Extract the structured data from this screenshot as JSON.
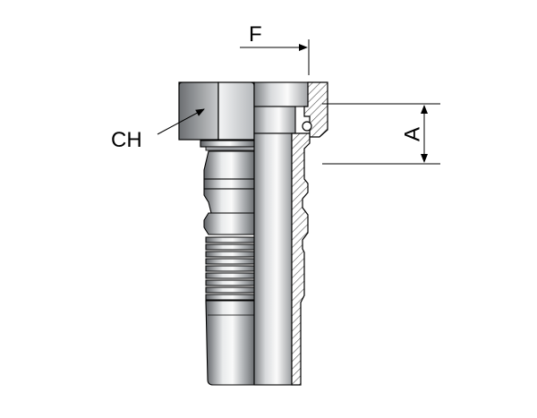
{
  "labels": {
    "hex_size": "CH",
    "bore": "A",
    "face_offset": "F"
  },
  "colors": {
    "outline": "#000000",
    "hatch": "#555555",
    "steel_dark": "#6f7275",
    "steel_light": "#f2f3f4",
    "steel_mid": "#b9bcbf"
  }
}
